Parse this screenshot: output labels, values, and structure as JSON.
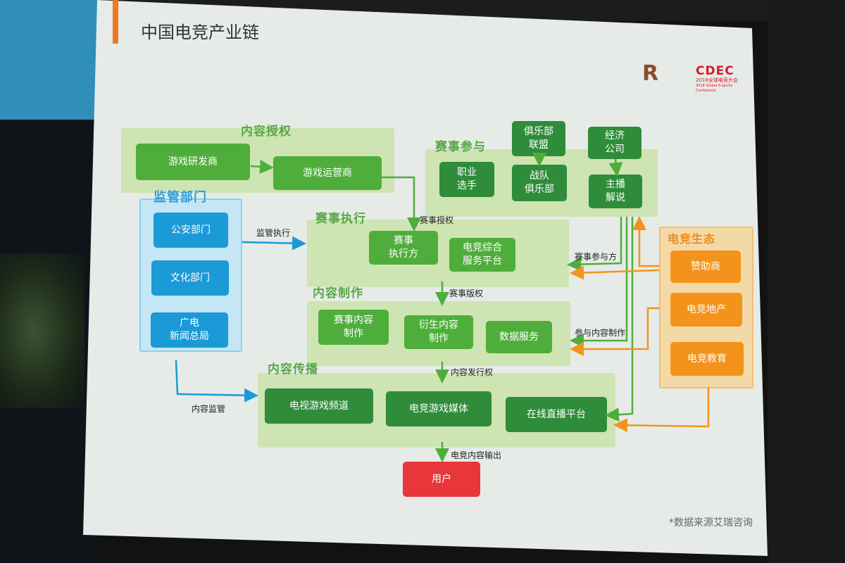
{
  "slide": {
    "title": "中国电竞产业链",
    "logos": {
      "rng": "R",
      "cdec_main": "CDEC",
      "cdec_sub": "2018全球电竞大会",
      "cdec_en": "2018 Global E-sports Conference"
    },
    "source": "*数据来源艾瑞咨询"
  },
  "sections": {
    "content_license": "内容授权",
    "event_participation": "赛事参与",
    "regulators": "监管部门",
    "event_execution": "赛事执行",
    "content_production": "内容制作",
    "content_distribution": "内容传播",
    "ecosystem": "电竞生态"
  },
  "nodes": {
    "game_dev": "游戏研发商",
    "game_operator": "游戏运营商",
    "club_league": "俱乐部\n联盟",
    "agency": "经济\n公司",
    "pro_player": "职业\n选手",
    "team_club": "战队\n俱乐部",
    "host_commentator": "主播\n解说",
    "public_security": "公安部门",
    "culture_dept": "文化部门",
    "broadcast_bureau": "广电\n新闻总局",
    "event_executor": "赛事\n执行方",
    "esports_platform": "电竞综合\n服务平台",
    "event_content": "赛事内容\n制作",
    "derivative_content": "衍生内容\n制作",
    "data_service": "数据服务",
    "tv_channel": "电视游戏频道",
    "esports_media": "电竞游戏媒体",
    "live_platform": "在线直播平台",
    "sponsor": "赞助商",
    "esports_realestate": "电竞地产",
    "esports_education": "电竞教育",
    "user": "用户"
  },
  "annotations": {
    "regulate_exec": "监管执行",
    "event_license": "赛事授权",
    "event_participant": "赛事参与方",
    "event_copyright": "赛事版权",
    "participate_production": "参与内容制作",
    "distribution_rights": "内容发行权",
    "content_supervision": "内容监管",
    "content_output": "电竞内容输出"
  },
  "colors": {
    "green": "#4fae3b",
    "dark_green": "#2f8c3a",
    "blue": "#1a9ad6",
    "orange": "#f3931b",
    "red": "#e8373b"
  }
}
